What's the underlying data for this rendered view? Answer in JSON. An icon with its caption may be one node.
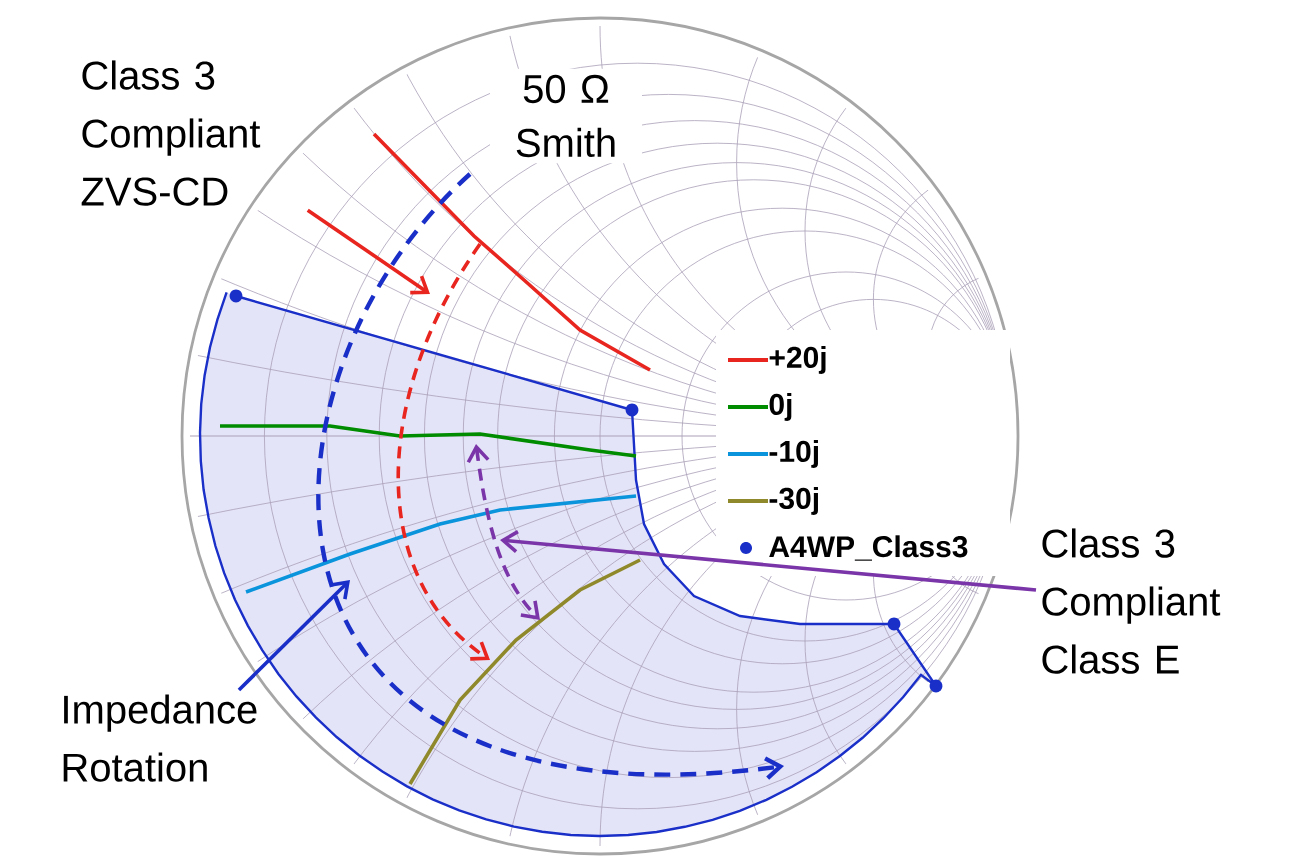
{
  "diagram": {
    "nodes": [
      {
        "text": [
          "Class 3 Compliant ZVS-CD"
        ]
      },
      {
        "text": [
          "Impedance Rotation"
        ]
      },
      {
        "text": [
          "Class 3 Compliant Class E"
        ]
      }
    ],
    "edges": [
      {
        "from": 0,
        "to": null,
        "arrow": "to",
        "color": "#e8251f"
      },
      {
        "from": 1,
        "to": null,
        "arrow": "to",
        "color": "#1a2fc8"
      },
      {
        "from": 2,
        "to": null,
        "arrow": "to",
        "color": "#7a35a8"
      }
    ],
    "labels": [
      "50 Ω Smith"
    ],
    "legend": [
      {
        "text": "+20j"
      },
      {
        "text": "0j"
      },
      {
        "text": "-10j"
      },
      {
        "text": "-30j"
      },
      {
        "text": "A4WP_Class3"
      }
    ]
  }
}
